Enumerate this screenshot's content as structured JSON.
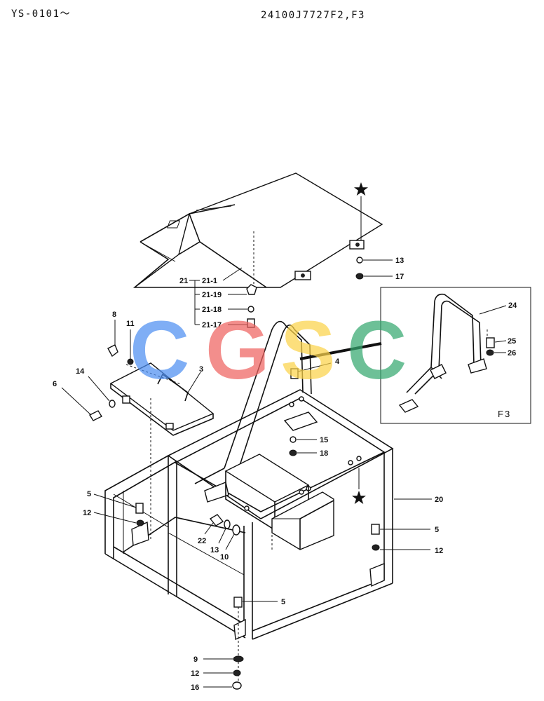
{
  "header": {
    "serial_range": "YS-0101～",
    "drawing_code": "24100J7727F2,F3"
  },
  "watermark": {
    "letters": [
      "C",
      "G",
      "S",
      "C"
    ],
    "colors": [
      "#4e90f2",
      "#ef6461",
      "#fcd34a",
      "#35a870"
    ]
  },
  "diagram": {
    "inset_label": "F3",
    "part_labels": {
      "p21": "21",
      "p21_1": "21-1",
      "p21_19": "21-19",
      "p21_18": "21-18",
      "p21_17": "21-17",
      "p13_top": "13",
      "p17": "17",
      "p8": "8",
      "p11": "11",
      "p14": "14",
      "p6": "6",
      "p3": "3",
      "p4": "4",
      "p24": "24",
      "p25": "25",
      "p26": "26",
      "p15": "15",
      "p18": "18",
      "p5_left": "5",
      "p12_left": "12",
      "p22": "22",
      "p13_mid": "13",
      "p10": "10",
      "p20": "20",
      "p5_right": "5",
      "p12_right": "12",
      "p5_bottom": "5",
      "p9": "9",
      "p12_bottom": "12",
      "p16": "16"
    }
  }
}
